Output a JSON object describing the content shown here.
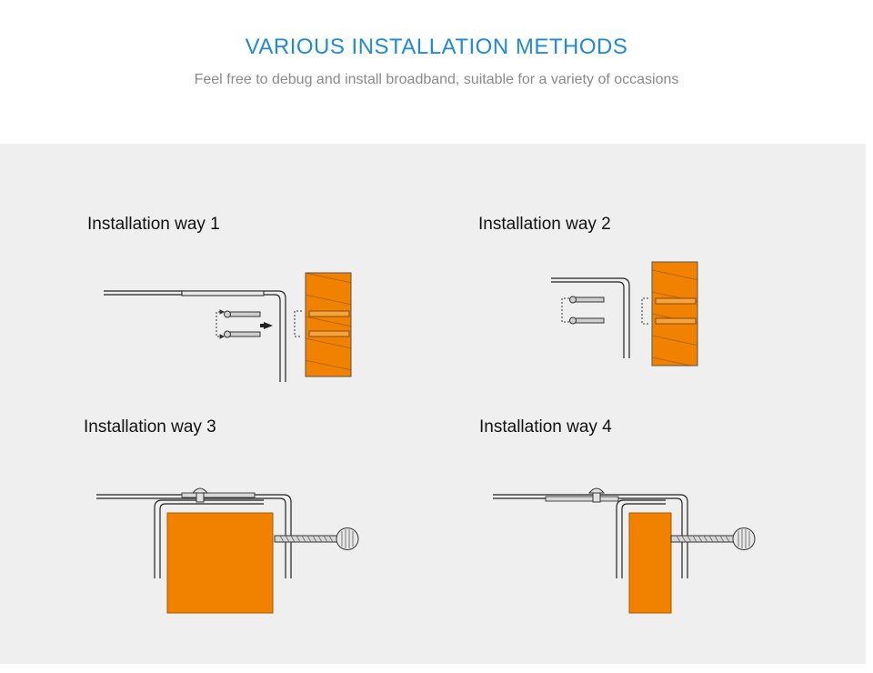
{
  "header": {
    "title": "VARIOUS INSTALLATION METHODS",
    "subtitle": "Feel free to debug and install broadband, suitable for a variety of occasions"
  },
  "ways": [
    {
      "label": "Installation way 1"
    },
    {
      "label": "Installation way 2"
    },
    {
      "label": "Installation way 3"
    },
    {
      "label": "Installation way 4"
    }
  ],
  "colors": {
    "accent": "#1f8ad6",
    "wood": "#f08200",
    "panel_bg": "#efefef",
    "line": "#222222"
  }
}
